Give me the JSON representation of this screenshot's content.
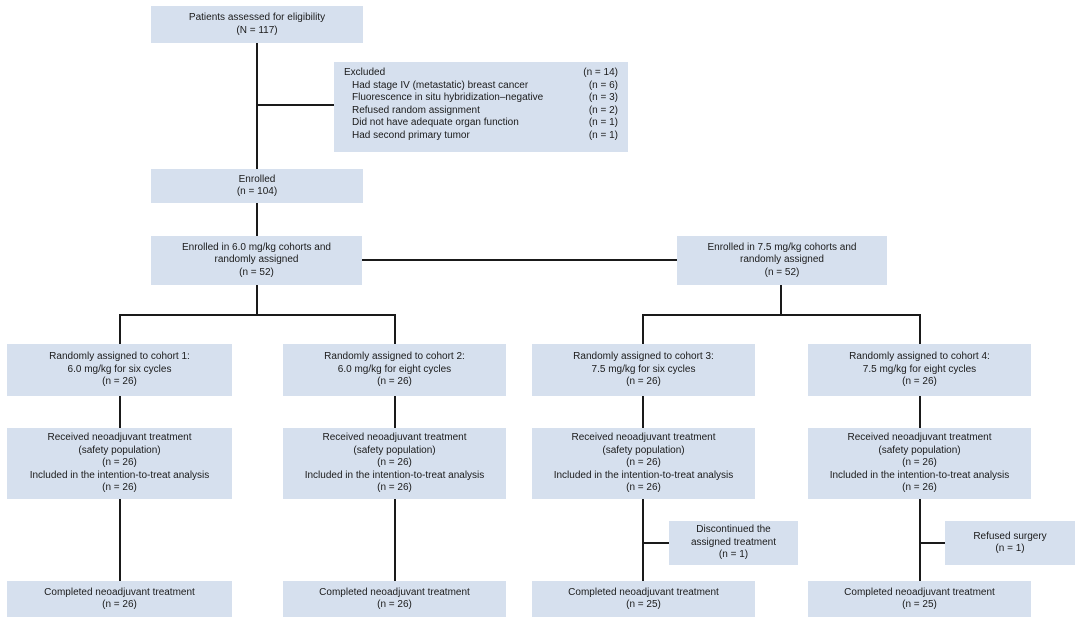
{
  "assessed": {
    "title": "Patients assessed for eligibility",
    "n": "(N = 117)"
  },
  "excluded": {
    "title": "Excluded",
    "n": "(n = 14)",
    "reasons": [
      {
        "label": "Had stage IV (metastatic) breast cancer",
        "n": "(n = 6)"
      },
      {
        "label": "Fluorescence in situ hybridization–negative",
        "n": "(n = 3)"
      },
      {
        "label": "Refused random assignment",
        "n": "(n = 2)"
      },
      {
        "label": "Did not have adequate organ function",
        "n": "(n = 1)"
      },
      {
        "label": "Had second primary tumor",
        "n": "(n = 1)"
      }
    ]
  },
  "enrolled": {
    "title": "Enrolled",
    "n": "(n = 104)"
  },
  "arms": [
    {
      "line1": "Enrolled in 6.0 mg/kg cohorts and",
      "line2": "randomly assigned",
      "n": "(n = 52)"
    },
    {
      "line1": "Enrolled in 7.5 mg/kg cohorts and",
      "line2": "randomly assigned",
      "n": "(n = 52)"
    }
  ],
  "cohorts": [
    {
      "assign1": "Randomly assigned to cohort 1:",
      "assign2": "6.0 mg/kg for six cycles",
      "assign_n": "(n = 26)",
      "recv1": "Received neoadjuvant treatment",
      "recv2": "(safety population)",
      "recv_n": "(n = 26)",
      "itt": "Included in the intention-to-treat analysis",
      "itt_n": "(n = 26)",
      "done": "Completed neoadjuvant treatment",
      "done_n": "(n = 26)"
    },
    {
      "assign1": "Randomly assigned to cohort 2:",
      "assign2": "6.0 mg/kg for eight cycles",
      "assign_n": "(n = 26)",
      "recv1": "Received neoadjuvant treatment",
      "recv2": "(safety population)",
      "recv_n": "(n = 26)",
      "itt": "Included in the intention-to-treat analysis",
      "itt_n": "(n = 26)",
      "done": "Completed neoadjuvant treatment",
      "done_n": "(n = 26)"
    },
    {
      "assign1": "Randomly assigned to cohort 3:",
      "assign2": "7.5 mg/kg for six cycles",
      "assign_n": "(n = 26)",
      "recv1": "Received neoadjuvant treatment",
      "recv2": "(safety population)",
      "recv_n": "(n = 26)",
      "itt": "Included in the intention-to-treat analysis",
      "itt_n": "(n = 26)",
      "done": "Completed neoadjuvant treatment",
      "done_n": "(n = 25)"
    },
    {
      "assign1": "Randomly assigned to cohort 4:",
      "assign2": "7.5 mg/kg for eight cycles",
      "assign_n": "(n = 26)",
      "recv1": "Received neoadjuvant treatment",
      "recv2": "(safety population)",
      "recv_n": "(n = 26)",
      "itt": "Included in the intention-to-treat analysis",
      "itt_n": "(n = 26)",
      "done": "Completed neoadjuvant treatment",
      "done_n": "(n = 25)"
    }
  ],
  "side3": {
    "line1": "Discontinued the",
    "line2": "assigned treatment",
    "n": "(n = 1)"
  },
  "side4": {
    "line1": "Refused surgery",
    "n": "(n = 1)"
  },
  "colors": {
    "box": "#d6e0ee",
    "line": "#1a1a1a"
  }
}
